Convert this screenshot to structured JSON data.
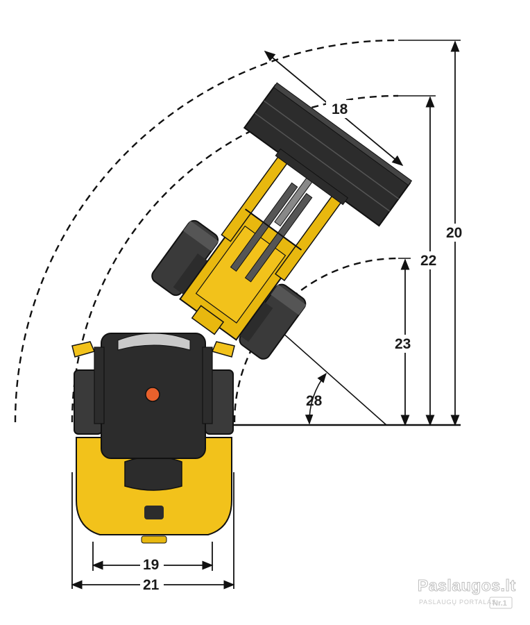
{
  "diagram": {
    "colors": {
      "body_yellow": "#f2c21b",
      "frame_yellow": "#e8b80f",
      "dark": "#2c2c2c",
      "tire": "#3a3a3a",
      "beacon": "#e8612c",
      "line": "#111111"
    },
    "labels": {
      "bucket_width": "18",
      "outer_turning_radius": "20",
      "bucket_edge_radius": "22",
      "tire_width": "19",
      "overall_width": "21",
      "inner_turning_radius": "23",
      "articulation_angle": "28"
    }
  },
  "watermark": {
    "brand": "Paslaugos.lt",
    "tagline": "PASLAUGŲ PORTALAS",
    "badge": "Nr.1"
  }
}
